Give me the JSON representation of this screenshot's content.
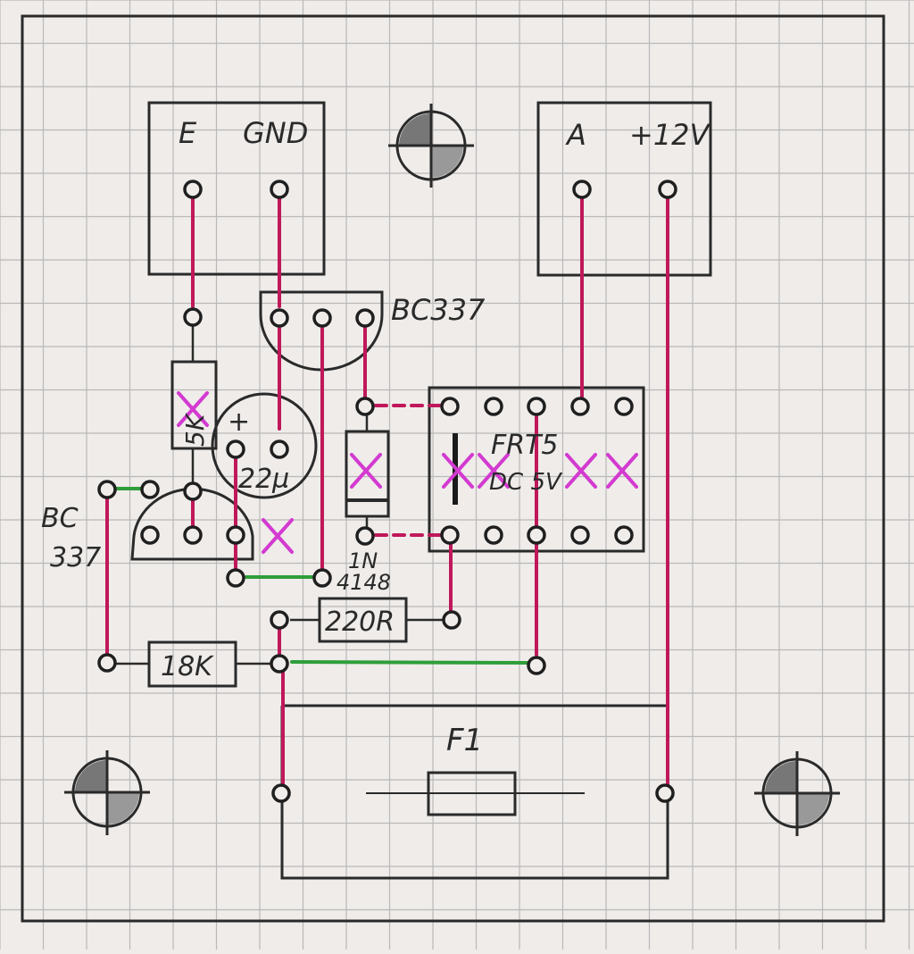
{
  "terminals_left": {
    "e": "E",
    "gnd": "GND"
  },
  "terminals_right": {
    "a": "A",
    "v12": "+12V"
  },
  "transistor_top": {
    "label": "BC337"
  },
  "transistor_left": {
    "label_line1": "BC",
    "label_line2": "337"
  },
  "resistor_5k": {
    "label": "5K"
  },
  "resistor_220": {
    "label": "220R"
  },
  "resistor_18k": {
    "label": "18K"
  },
  "capacitor": {
    "value": "22µ",
    "polarity": "+"
  },
  "diode": {
    "label_line1": "1N",
    "label_line2": "4148"
  },
  "relay": {
    "label_line1": "FRT5",
    "label_line2": "DC 5V"
  },
  "fuse": {
    "label": "F1"
  },
  "colors": {
    "trace_red": "#c0185a",
    "trace_green": "#2e9e3a",
    "cross_magenta": "#d33ad0",
    "pencil": "#2a2a2a",
    "grid": "#b9b9b9"
  }
}
